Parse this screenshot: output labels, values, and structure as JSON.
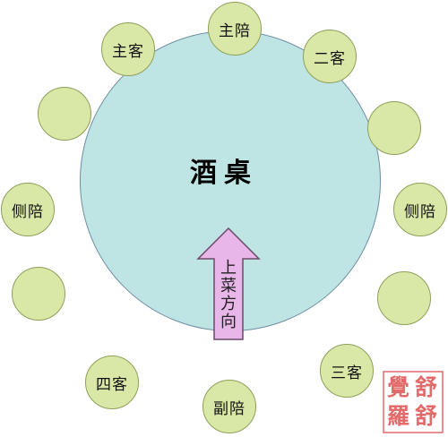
{
  "table_label": "酒桌",
  "serving_direction_label": "上菜方向",
  "seats": {
    "top": "主陪",
    "top_left": "主客",
    "top_right": "二客",
    "upper_right": "",
    "left_upper": "",
    "left_mid": "侧陪",
    "right_mid": "侧陪",
    "left_lower": "",
    "right_lower": "",
    "bottom_left": "四客",
    "bottom_right": "三客",
    "bottom": "副陪"
  },
  "seal": {
    "chars": [
      "舒",
      "覺",
      "舒",
      "羅"
    ]
  },
  "colors": {
    "seat_fill": "#d9e8a6",
    "table_fill": "#bfe4e4",
    "arrow_fill": "#e8b6e8",
    "seal_color": "#e36a6a"
  }
}
